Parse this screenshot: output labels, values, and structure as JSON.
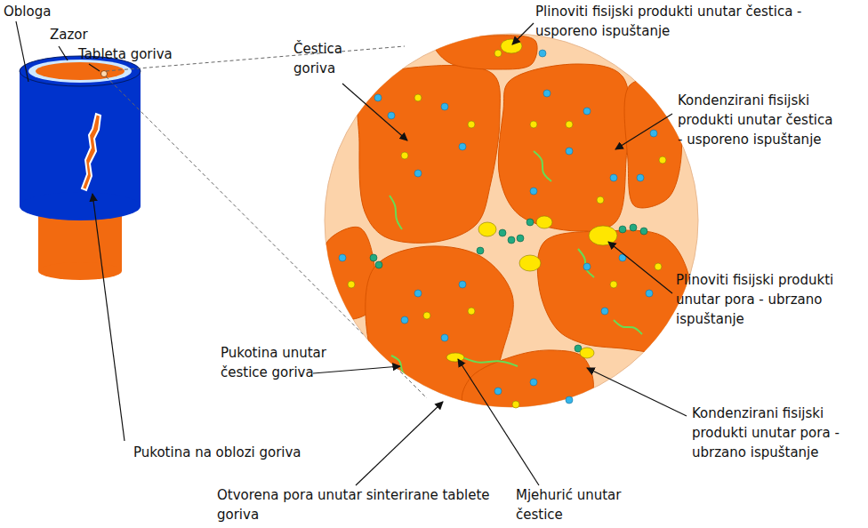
{
  "diagram": {
    "labels": [
      "Obloga",
      "Zazor",
      "Tableta goriva",
      "Čestica goriva",
      "Plinoviti fisijski produkti unutar čestica - usporeno ispuštanje",
      "Kondenzirani fisijski produkti unutar čestica - usporeno ispuštanje",
      "Plinoviti fisijski produkti unutar pora - ubrzano ispuštanje",
      "Pukotina unutar čestice goriva",
      "Kondenzirani fisijski produkti unutar pora - ubrzano ispuštanje",
      "Pukotina na oblozi goriva",
      "Otvorena pora unutar sinterirane tablete goriva",
      "Mjehurić unutar čestice"
    ]
  }
}
